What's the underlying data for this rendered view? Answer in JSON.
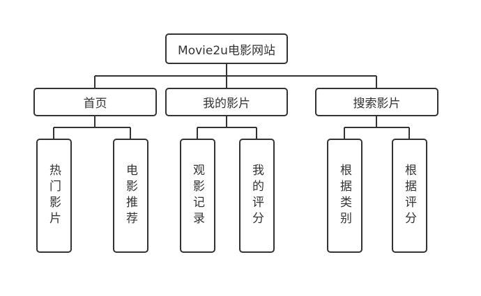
{
  "root": {
    "label": "Movie2u电影网站"
  },
  "sections": [
    {
      "label": "首页",
      "children": [
        {
          "label": "热门影片"
        },
        {
          "label": "电影推荐"
        }
      ]
    },
    {
      "label": "我的影片",
      "children": [
        {
          "label": "观影记录"
        },
        {
          "label": "我的评分"
        }
      ]
    },
    {
      "label": "搜索影片",
      "children": [
        {
          "label": "根据类别"
        },
        {
          "label": "根据评分"
        }
      ]
    }
  ],
  "colors": {
    "stroke": "#333333"
  }
}
